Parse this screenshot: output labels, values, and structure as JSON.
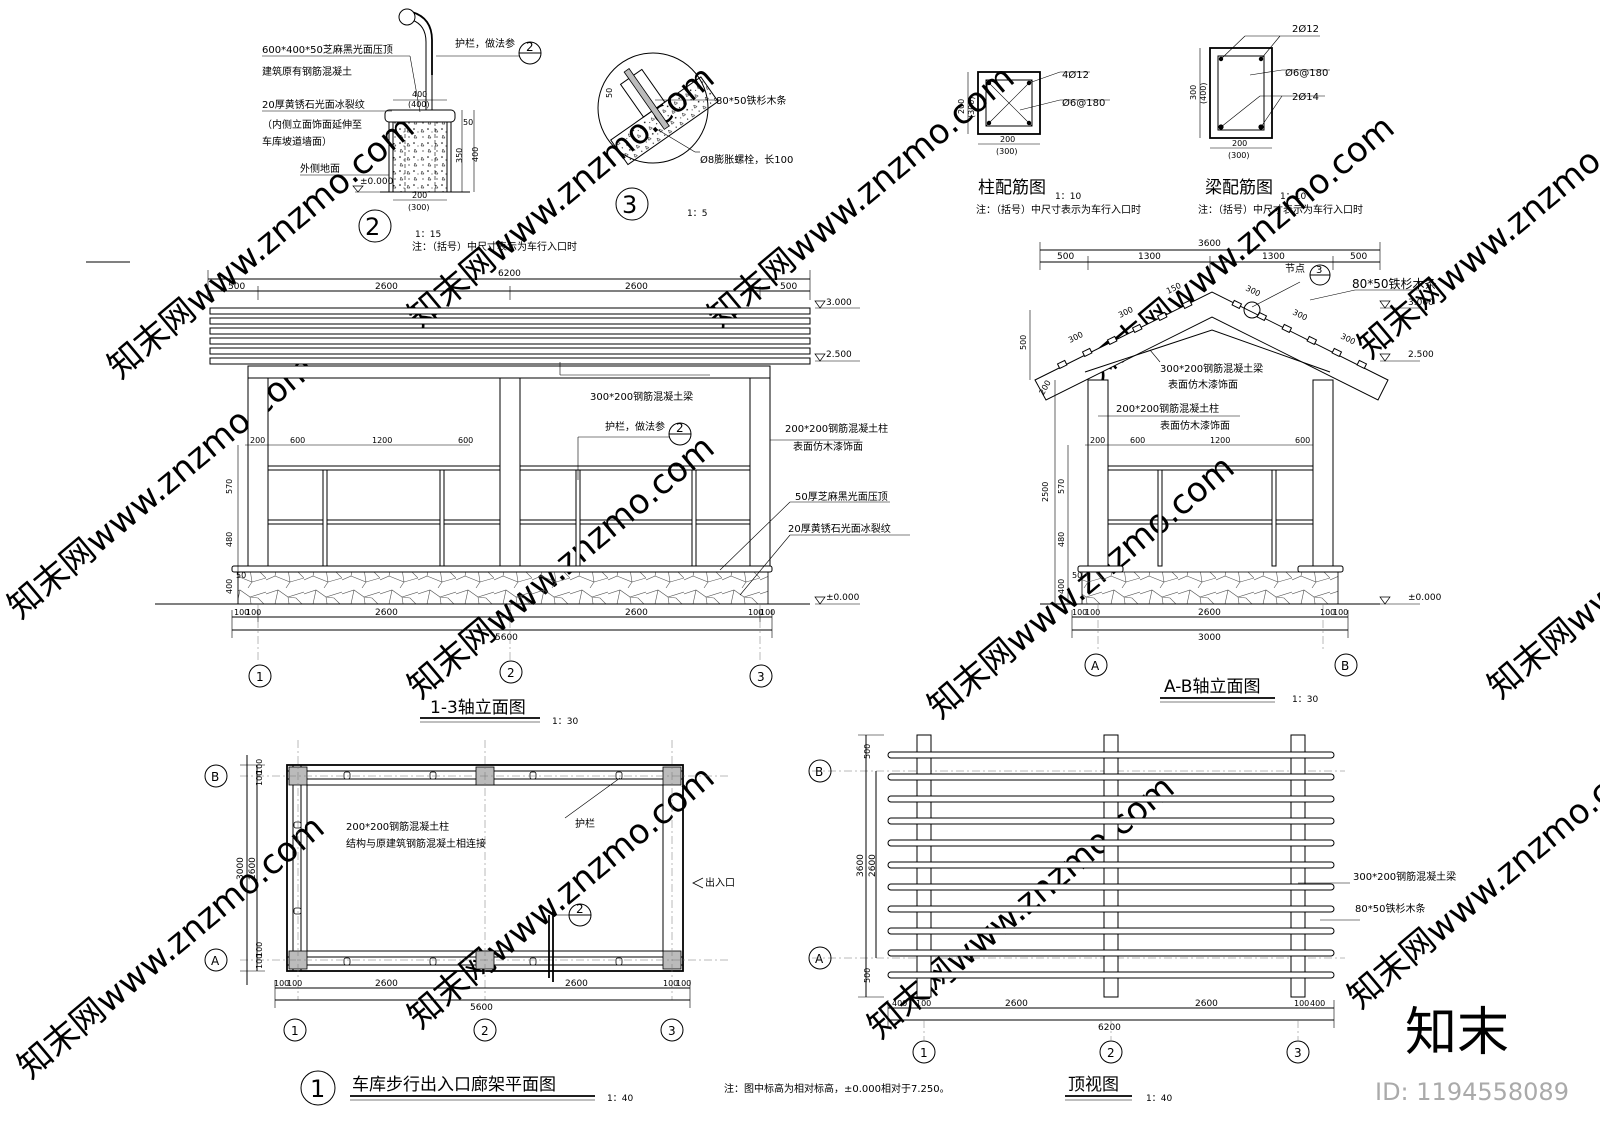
{
  "detail2": {
    "label1": "600*400*50芝麻黑光面压顶",
    "label2": "建筑原有钢筋混凝土",
    "label3": "20厚黄锈石光面冰裂纹",
    "label4": "（内侧立面饰面延伸至",
    "label5": "车库坡道墙面）",
    "label6": "外侧地面",
    "rail": "护栏，做法参",
    "ref": "2",
    "elev": "±0.000",
    "d400": "400",
    "d400b": "(400)",
    "d50": "50",
    "d350": "350",
    "d400v": "400",
    "d200": "200",
    "d300": "(300)",
    "num": "2",
    "scale": "1：15",
    "note": "注：（括号）中尺寸表示为车行入口时"
  },
  "detail3": {
    "num": "3",
    "scale": "1：5",
    "wood": "80*50铁杉木条",
    "bolt": "Ø8膨胀螺栓，长100",
    "d50": "50"
  },
  "col_rebar": {
    "title": "柱配筋图",
    "scale": "1：10",
    "note": "注：（括号）中尺寸表示为车行入口时",
    "main": "4Ø12",
    "stir": "Ø6@180",
    "w": "200",
    "w2": "(300)",
    "h": "200",
    "h2": "(300)"
  },
  "beam_rebar": {
    "title": "梁配筋图",
    "scale": "1：10",
    "note": "注：（括号）中尺寸表示为车行入口时",
    "top": "2Ø12",
    "stir": "Ø6@180",
    "bot": "2Ø14",
    "w": "200",
    "w2": "(300)",
    "h": "300",
    "h2": "(400)"
  },
  "elev13": {
    "title": "1-3轴立面图",
    "scale": "1：30",
    "total": "6200",
    "d500a": "500",
    "d2600a": "2600",
    "d2600b": "2600",
    "d500b": "500",
    "lv3": "3.000",
    "lv25": "2.500",
    "lv0": "±0.000",
    "beam": "300*200钢筋混凝土梁",
    "rail": "护栏，做法参",
    "railref": "2",
    "col1": "200*200钢筋混凝土柱",
    "col2": "表面仿木漆饰面",
    "cap": "50厚芝麻黑光面压顶",
    "stone": "20厚黄锈石光面冰裂纹",
    "d200": "200",
    "d600a": "600",
    "d1200": "1200",
    "d600b": "600",
    "v570": "570",
    "v480": "480",
    "v400": "400",
    "v50": "50",
    "b100a": "100",
    "b100b": "100",
    "b2600a": "2600",
    "b2600b": "2600",
    "b100c": "100",
    "b100d": "100",
    "btotal": "5600",
    "ax1": "1",
    "ax2": "2",
    "ax3": "3"
  },
  "elevAB": {
    "title": "A-B轴立面图",
    "scale": "1：30",
    "total": "3600",
    "d500a": "500",
    "d1300a": "1300",
    "d1300b": "1300",
    "d500b": "500",
    "node": "节点",
    "noderef": "3",
    "wood": "80*50铁杉木条",
    "lv3": "3.000",
    "lv25": "2.500",
    "lv0": "±0.000",
    "beam1": "300*200钢筋混凝土梁",
    "beam2": "表面仿木漆饰面",
    "col1": "200*200钢筋混凝土柱",
    "col2": "表面仿木漆饰面",
    "v500": "500",
    "v2500": "2500",
    "v570": "570",
    "v480": "480",
    "v400": "400",
    "v50": "50",
    "d200": "200",
    "d600a": "600",
    "d1200": "1200",
    "d600b": "600",
    "s300": "300",
    "s150": "150",
    "s200": "200",
    "b100a": "100",
    "b100b": "100",
    "b2600": "2600",
    "b100c": "100",
    "b100d": "100",
    "btotal": "3000",
    "axA": "A",
    "axB": "B"
  },
  "plan": {
    "title": "车库步行出入口廊架平面图",
    "num": "1",
    "scale": "1：40",
    "col1": "200*200钢筋混凝土柱",
    "col2": "结构与原建筑钢筋混凝土相连接",
    "rail": "护栏",
    "entry": "出入口",
    "ref": "2",
    "v3000": "3000",
    "v2600": "2600",
    "v100a": "100",
    "v100b": "100",
    "v100c": "100",
    "v100d": "100",
    "b100a": "100",
    "b100b": "100",
    "b2600a": "2600",
    "b2600b": "2600",
    "b100c": "100",
    "b100d": "100",
    "btotal": "5600",
    "axA": "A",
    "axB": "B",
    "ax1": "1",
    "ax2": "2",
    "ax3": "3"
  },
  "top": {
    "title": "顶视图",
    "scale": "1：40",
    "beam": "300*200钢筋混凝土梁",
    "wood": "80*50铁杉木条",
    "v3600": "3600",
    "v2600": "2600",
    "v500a": "500",
    "v500b": "500",
    "b400a": "400",
    "b100a": "100",
    "b2600a": "2600",
    "b2600b": "2600",
    "b100b": "100",
    "b400b": "400",
    "btotal": "6200",
    "axA": "A",
    "axB": "B",
    "ax1": "1",
    "ax2": "2",
    "ax3": "3"
  },
  "footnote": "注：图中标高为相对标高，±0.000相对于7.250。",
  "watermark": {
    "logo": "知末",
    "id": "ID: 1194558089",
    "site": "知末网www.znzmo.com"
  }
}
